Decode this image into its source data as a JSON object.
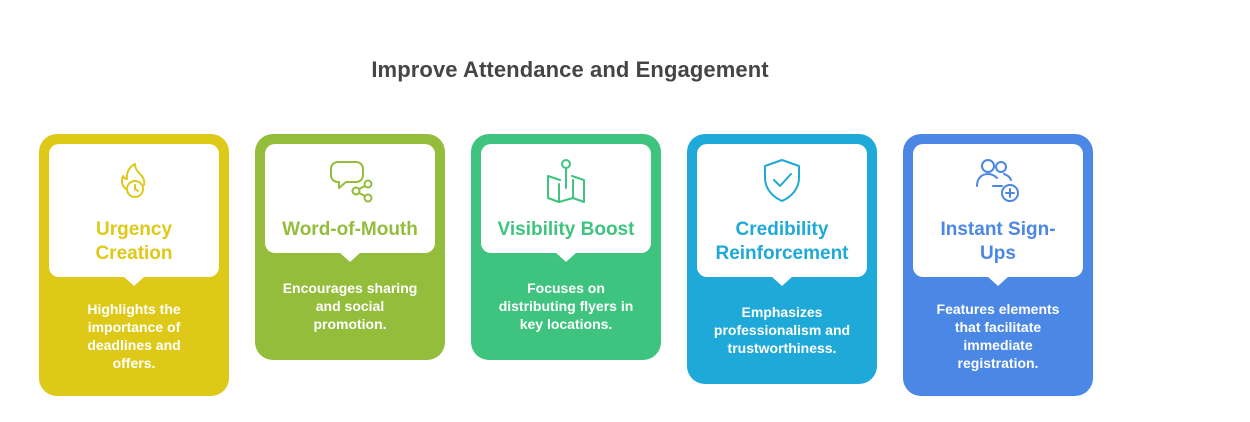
{
  "title": "Improve Attendance and Engagement",
  "colors": {
    "card1": "#dfc918",
    "card2": "#93bd3a",
    "card3": "#3ec47e",
    "card4": "#1ea9d8",
    "card5": "#4b87e4",
    "title": "#454545"
  },
  "cards": [
    {
      "icon": "fire-clock-icon",
      "heading_lines": [
        "Urgency",
        "Creation"
      ],
      "desc_lines": [
        "Highlights the",
        "importance of",
        "deadlines and",
        "offers."
      ]
    },
    {
      "icon": "chat-share-icon",
      "heading_lines": [
        "Word-of-Mouth"
      ],
      "desc_lines": [
        "Encourages sharing",
        "and social",
        "promotion."
      ]
    },
    {
      "icon": "map-pin-icon",
      "heading_lines": [
        "Visibility Boost"
      ],
      "desc_lines": [
        "Focuses on",
        "distributing flyers in",
        "key locations."
      ]
    },
    {
      "icon": "shield-check-icon",
      "heading_lines": [
        "Credibility",
        "Reinforcement"
      ],
      "desc_lines": [
        "Emphasizes",
        "professionalism and",
        "trustworthiness."
      ]
    },
    {
      "icon": "users-add-icon",
      "heading_lines": [
        "Instant Sign-",
        "Ups"
      ],
      "desc_lines": [
        "Features elements",
        "that facilitate",
        "immediate",
        "registration."
      ]
    }
  ]
}
